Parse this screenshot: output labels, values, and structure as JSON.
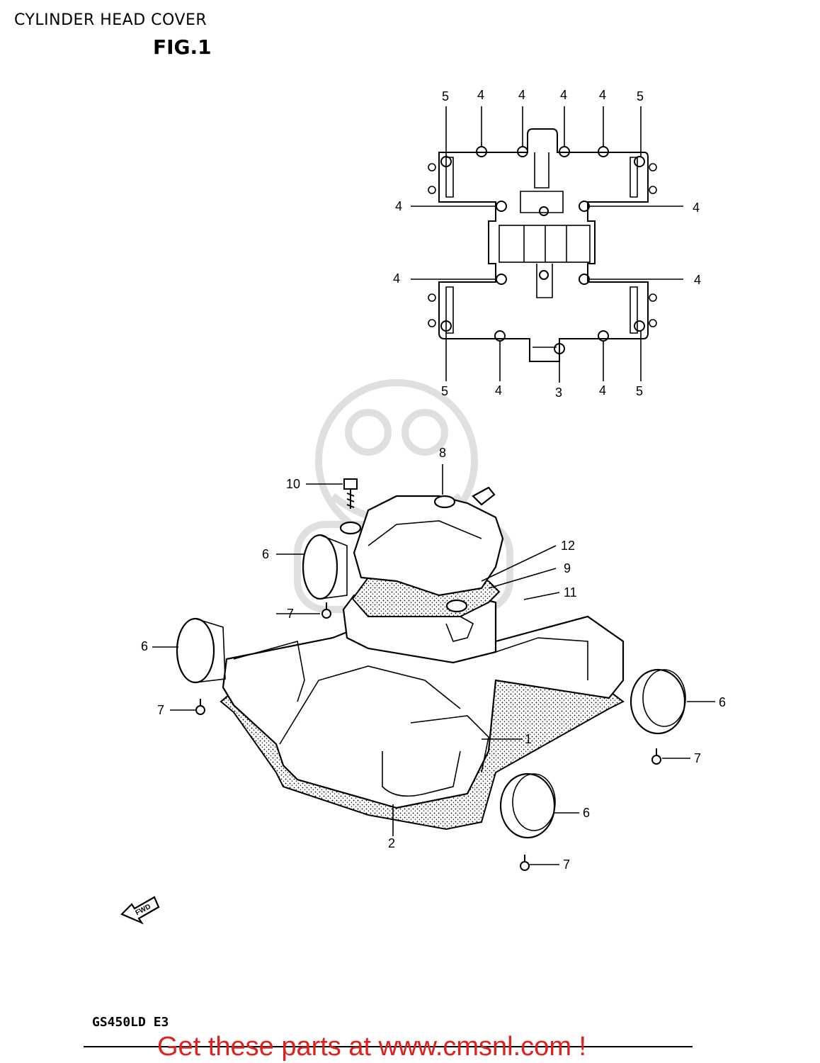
{
  "header": {
    "title": "CYLINDER HEAD COVER",
    "figure": "FIG.1"
  },
  "footer": {
    "model_code": "GS450LD E3",
    "link_text": "Get these parts at www.cmsnl.com !"
  },
  "colors": {
    "link": "#e0201c",
    "line": "#000000"
  },
  "diagram": {
    "direction_marker": "FWD",
    "top_view_callouts": [
      "5",
      "4",
      "4",
      "4",
      "4",
      "5",
      "4",
      "4",
      "4",
      "4",
      "5",
      "4",
      "3",
      "4",
      "5"
    ],
    "exploded_view_callouts": [
      "8",
      "10",
      "12",
      "9",
      "11",
      "6",
      "7",
      "6",
      "7",
      "1",
      "6",
      "7",
      "6",
      "2",
      "7"
    ]
  }
}
